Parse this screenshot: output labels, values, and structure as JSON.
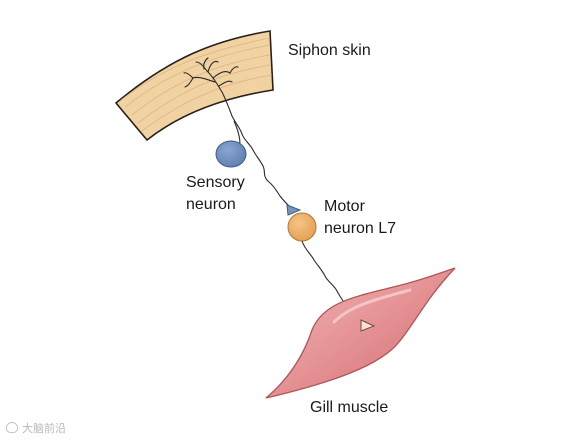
{
  "labels": {
    "siphon_skin": "Siphon skin",
    "sensory_line1": "Sensory",
    "sensory_line2": "neuron",
    "motor_line1": "Motor",
    "motor_line2": "neuron L7",
    "gill_muscle": "Gill muscle"
  },
  "colors": {
    "skin_fill": "#f1d2a2",
    "skin_stroke": "#2b2018",
    "skin_texture": "#ddb380",
    "sensory_cell": "#6f8fbf",
    "motor_cell": "#efb066",
    "muscle_fill": "#e08a8c",
    "muscle_stroke": "#b25559",
    "axon": "#2a2a2a"
  },
  "watermark": {
    "icon": "weibo-logo-icon",
    "text": "大脑前沿"
  }
}
